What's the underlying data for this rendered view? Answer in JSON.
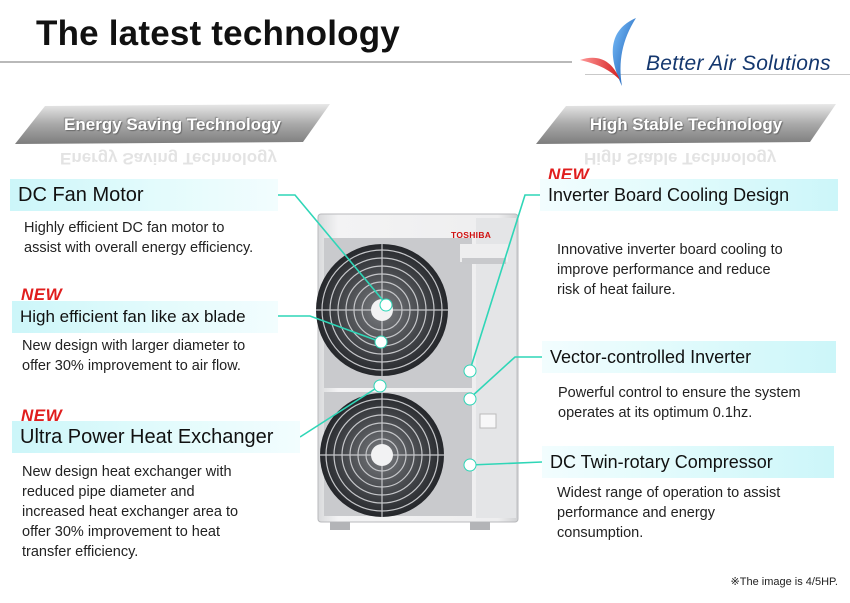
{
  "header": {
    "title": "The latest technology",
    "brand": "Better Air Solutions"
  },
  "banners": {
    "left": "Energy  Saving  Technology",
    "right": "High  Stable  Technology"
  },
  "new_badge": "NEW",
  "unit": {
    "logo_text": "TOSHIBA"
  },
  "features": {
    "dc_fan_motor": {
      "label": "DC Fan Motor",
      "desc_lines": [
        "Highly efficient DC fan motor to",
        "assist with overall energy efficiency."
      ]
    },
    "fan_blade": {
      "label": "High efficient fan like ax blade",
      "desc_lines": [
        "New design with larger diameter to",
        "offer 30% improvement to air flow."
      ]
    },
    "heat_exchanger": {
      "label": "Ultra Power Heat Exchanger",
      "desc_lines": [
        "New design heat exchanger with",
        "reduced pipe diameter and",
        "increased heat exchanger area to",
        "offer 30% improvement to heat",
        "transfer efficiency."
      ]
    },
    "inverter_cooling": {
      "label": "Inverter Board Cooling Design",
      "desc_lines": [
        "Innovative inverter board cooling to",
        "improve performance and reduce",
        "risk of heat failure."
      ]
    },
    "vector_inverter": {
      "label": "Vector-controlled Inverter",
      "desc_lines": [
        "Powerful control to ensure the system",
        "operates at its optimum 0.1hz."
      ]
    },
    "compressor": {
      "label": "DC Twin-rotary Compressor",
      "desc_lines": [
        "Widest range of operation to assist",
        "performance and energy",
        "consumption."
      ]
    }
  },
  "footnote": "※The image is 4/5HP.",
  "colors": {
    "label_bg": "#ccf6f9",
    "connector": "#2fd6b7",
    "new_red": "#e01e1e",
    "brand_blue": "#14376e"
  }
}
